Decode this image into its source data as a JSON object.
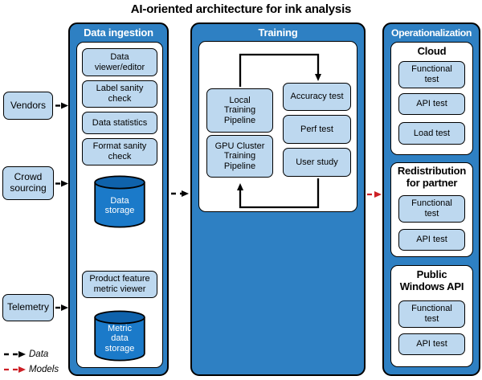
{
  "title": "AI-oriented architecture for ink analysis",
  "colors": {
    "panel_blue": "#2e80c3",
    "box_blue": "#bdd8ef",
    "cylinder_body": "#1b7ac9",
    "cylinder_top": "#0f62ab",
    "models_red": "#cd2026",
    "data_black": "#000000"
  },
  "sources": {
    "vendors": "Vendors",
    "crowd_sourcing": "Crowd\nsourcing",
    "telemetry": "Telemetry"
  },
  "legend": {
    "data_label": "Data",
    "models_label": "Models"
  },
  "data_ingestion": {
    "header": "Data ingestion",
    "data_viewer": "Data\nviewer/editor",
    "label_sanity": "Label sanity\ncheck",
    "data_statistics": "Data statistics",
    "format_sanity": "Format sanity\ncheck",
    "data_storage": "Data\nstorage",
    "product_feature": "Product feature\nmetric viewer",
    "metric_storage": "Metric\ndata\nstorage"
  },
  "training": {
    "header": "Training",
    "local_pipeline": "Local\nTraining\nPipeline",
    "gpu_pipeline": "GPU Cluster\nTraining\nPipeline",
    "accuracy_test": "Accuracy test",
    "perf_test": "Perf test",
    "user_study": "User study"
  },
  "operationalization": {
    "header": "Operationalization",
    "cloud": {
      "title": "Cloud",
      "functional": "Functional\ntest",
      "api": "API test",
      "load": "Load test"
    },
    "redistribution": {
      "title": "Redistribution\nfor partner",
      "functional": "Functional\ntest",
      "api": "API test"
    },
    "public_api": {
      "title": "Public\nWindows API",
      "functional": "Functional\ntest",
      "api": "API test"
    }
  }
}
